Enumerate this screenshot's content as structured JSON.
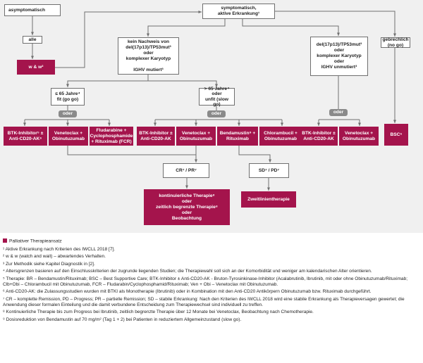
{
  "chart": {
    "asymptomatic": "asymptomatisch",
    "all": "alle",
    "ww": "w & w²",
    "symptomatic": "symptomatisch,\naktive Erkrankung¹",
    "no_del": "kein Nachweis von\ndel(17p13)/TP53mut³\noder\nkomplexer Karyotyp\n\nIGHV mutiert³",
    "del_left": "del(17p13)/TP53mut³\noder\nkomplexer Karyotyp\noder\nIGHV unmutiert³",
    "frail": "gebrechlich\n(no go)",
    "fit": "≤ 65 Jahre⁴\nfit (go go)",
    "unfit": "> 65 Jahre⁴\noder\nunfit (slow go)",
    "or": "oder",
    "t1": "BTK-Inhibitor⁵ ±\nAnti-CD20-AK⁶",
    "t2": "Venetoclax +\nObinutuzumab",
    "t3": "Fludarabine +\nCyclophosphamide\n+ Rituximab (FCR)",
    "t4": "BTK-Inhibitor ±\nAnti-CD20-AK",
    "t5": "Venetoclax +\nObinutuzumab",
    "t6": "Bendamustin⁹ +\nRituximab",
    "t7": "Chlorambucil +\nObinutuzumab",
    "t8": "BTK-Inhibitor ±\nAnti-CD20-AK",
    "t9": "Venetoclax +\nObinutuzumab",
    "bsc": "BSC⁵",
    "crpr": "CR⁷ / PR⁷",
    "sdpd": "SD⁷ / PD⁷",
    "continuous": "kontinuierliche Therapie⁸\noder\nzeitlich begrenzte Therapie⁸\noder\nBeobachtung",
    "second": "Zweitlinientherapie"
  },
  "legend": {
    "palliative": "Palliativer Therapieansatz",
    "notes": [
      "¹ Aktive Erkrankung nach Kriterien des IWCLL 2018 [7].",
      "² w & w (watch and wait) – abwartendes Verhalten.",
      "³ Zur Methodik siehe Kapitel Diagnostik in [2].",
      "⁴ Altersgrenzen basieren auf den Einschlusskriterien der zugrunde liegenden Studien; die Therapiewahl soll sich an der Komorbidität und weniger am kalendarischen Alter orientieren.",
      "⁵ Therapie: BR – Bendamustin/Rituximab; BSC – Best Supportive Care; BTK-Inhibitor ± Anti-CD20-AK - Bruton-Tyrosinkinase-Inhibitor (Acalabrutinib, Ibrutinib, mit oder ohne Obinutuzumab/Rituximab; Clb+Obi – Chlorambucil mit Obinutuzumab, FCR – Fludarabin/Cyclophosphamid/Rituximab; Ven + Obi – Venetoclax mit Obinutuzumab.",
      "⁶ Anti-CD20-AK: die Zulassungsstudien wurden mit BTKI als Monotherapie (Ibrutinib) oder in Kombination mit den Anti-CD20 Antikörpern Obinutuzumab bzw. Rituximab durchgeführt.",
      "⁷ CR – komplette Remission, PD – Progress; PR – partielle Remission; SD – stabile Erkrankung: Nach den Kriterien des IWCLL 2018 wird eine stabile Erkrankung als Therapieversagen gewertet; die Anwendung dieser formalen Einteilung und die damit verbundene Entscheidung zum Therapiewechsel sind individuell zu treffen.",
      "⁸ Kontinuierliche Therapie bis zum Progress bei Ibrutinib, zeitlich begrenzte Therapie über 12 Monate bei Venetoclax, Beobachtung nach Chemotherapie.",
      "⁹ Dosisreduktion von Bendamustin auf 70 mg/m² (Tag 1 + 2) bei Patienten in reduziertem Allgemeinzustand (slow go)."
    ]
  }
}
